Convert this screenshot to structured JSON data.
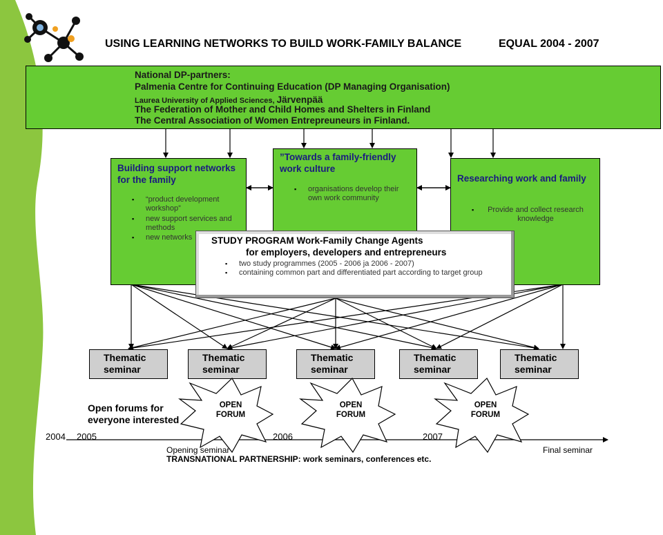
{
  "header": {
    "title": "USING LEARNING NETWORKS TO BUILD WORK-FAMILY BALANCE",
    "equal": "EQUAL 2004 - 2007"
  },
  "colors": {
    "green": "#66cc33",
    "stripe": "#8cc63f",
    "seminar": "#cfcfcf"
  },
  "logo": {
    "icon": "network-molecule-icon"
  },
  "partners": {
    "lines": [
      "National DP-partners:",
      "Palmenia Centre for Continuing Education  (DP Managing Organisation)",
      "Laurea University of Applied Sciences,",
      "Järvenpää",
      "The Federation of Mother and Child Homes and Shelters in Finland",
      "The Central Association of Women Entrepreuneurs in Finland."
    ]
  },
  "box_left": {
    "title": "Building support networks for the family",
    "bullets": [
      "“product development workshop”",
      "new support services and methods",
      "new networks"
    ]
  },
  "box_middle": {
    "title": "”Towards a family-friendly work culture",
    "bullets": [
      "organisations develop their own work community"
    ]
  },
  "box_right": {
    "title": "Researching work and family",
    "bullets": [
      "Provide and collect research knowledge"
    ]
  },
  "study": {
    "title": "STUDY PROGRAM   Work-Family Change Agents",
    "subtitle": "for employers, developers and entrepreneurs",
    "bullets": [
      "two study programmes (2005 - 2006 ja 2006 - 2007)",
      "containing common part and differentiated part according to target group"
    ]
  },
  "seminars": [
    "Thematic seminar",
    "Thematic seminar",
    "Thematic seminar",
    "Thematic seminar",
    "Thematic seminar"
  ],
  "open_forums_label": "Open forums for everyone interested",
  "forums": [
    "OPEN FORUM",
    "OPEN FORUM",
    "OPEN FORUM"
  ],
  "timeline": {
    "years": [
      "2004",
      "2005",
      "2006",
      "2007"
    ],
    "opening": "Opening seminar",
    "final": "Final seminar",
    "transnational": "TRANSNATIONAL PARTNERSHIP: work seminars, conferences etc."
  }
}
